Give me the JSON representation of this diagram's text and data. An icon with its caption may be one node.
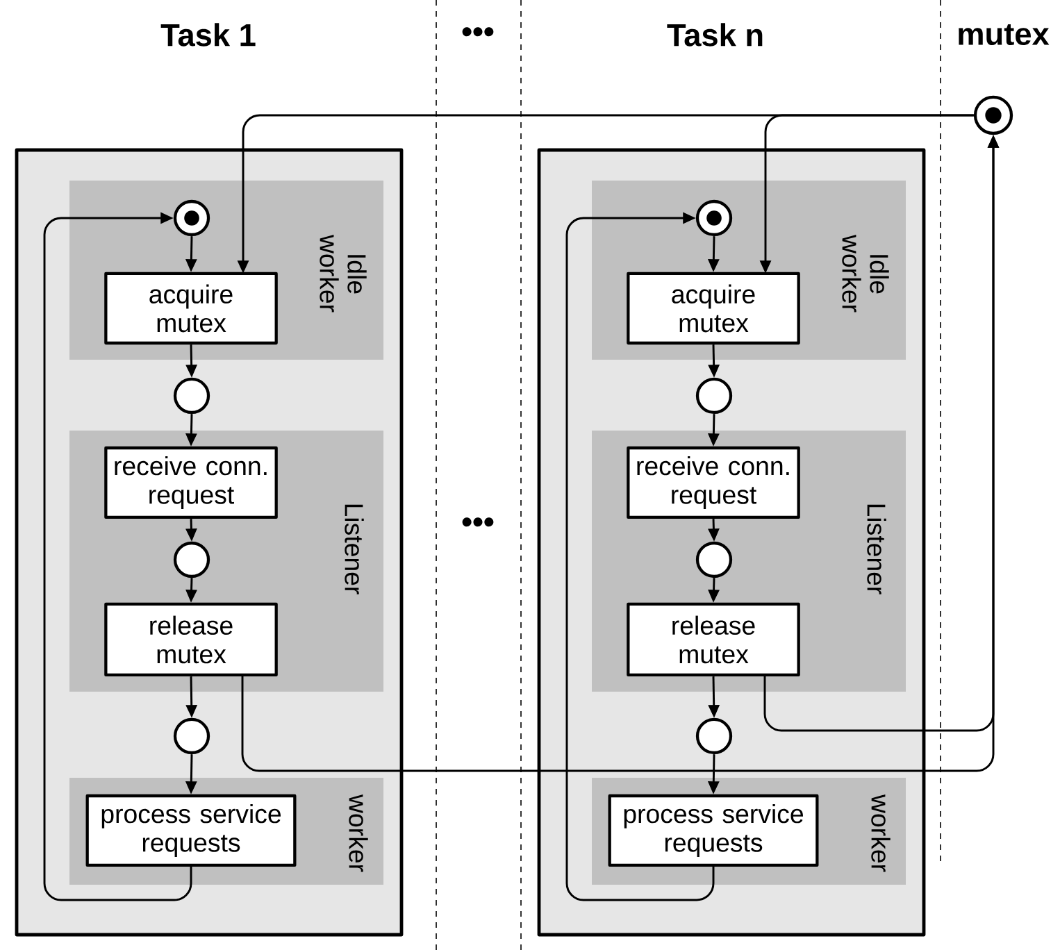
{
  "diagram": {
    "nodes": [
      {
        "text": [],
        "shape": "box"
      },
      {
        "text": [
          "Idle worker"
        ],
        "in": 0
      },
      {
        "text": [],
        "shape": "circle",
        "in": 1
      },
      {
        "text": [
          "acquire mutex"
        ],
        "in": 1
      },
      {
        "text": [],
        "shape": "circle",
        "in": 0
      },
      {
        "text": [
          "Listener"
        ],
        "in": 0
      },
      {
        "text": [
          "receive conn. request"
        ],
        "in": 5
      },
      {
        "text": [],
        "shape": "circle",
        "in": 5
      },
      {
        "text": [
          "release mutex"
        ],
        "in": 5
      },
      {
        "text": [],
        "shape": "circle",
        "in": 0
      },
      {
        "text": [
          "worker"
        ],
        "in": 0
      },
      {
        "text": [
          "process service requests"
        ],
        "in": 10
      },
      {
        "text": [],
        "shape": "box"
      },
      {
        "text": [
          "Idle worker"
        ],
        "in": 12
      },
      {
        "text": [],
        "shape": "circle",
        "in": 13
      },
      {
        "text": [
          "acquire mutex"
        ],
        "in": 13
      },
      {
        "text": [],
        "shape": "circle",
        "in": 12
      },
      {
        "text": [
          "Listener"
        ],
        "in": 12
      },
      {
        "text": [
          "receive conn. request"
        ],
        "in": 17
      },
      {
        "text": [],
        "shape": "circle",
        "in": 17
      },
      {
        "text": [
          "release mutex"
        ],
        "in": 17
      },
      {
        "text": [],
        "shape": "circle",
        "in": 12
      },
      {
        "text": [
          "worker"
        ],
        "in": 12
      },
      {
        "text": [
          "process service requests"
        ],
        "in": 22
      },
      {
        "text": [],
        "shape": "circle"
      }
    ],
    "edges": [
      {
        "from": 2,
        "to": 3,
        "arrow": "to"
      },
      {
        "from": 3,
        "to": 4,
        "arrow": "to"
      },
      {
        "from": 4,
        "to": 6,
        "arrow": "to"
      },
      {
        "from": 6,
        "to": 7,
        "arrow": "to"
      },
      {
        "from": 7,
        "to": 8,
        "arrow": "to"
      },
      {
        "from": 8,
        "to": 9,
        "arrow": "to"
      },
      {
        "from": 9,
        "to": 11,
        "arrow": "to"
      },
      {
        "from": 11,
        "to": 2,
        "arrow": "to"
      },
      {
        "from": 14,
        "to": 15,
        "arrow": "to"
      },
      {
        "from": 15,
        "to": 16,
        "arrow": "to"
      },
      {
        "from": 16,
        "to": 18,
        "arrow": "to"
      },
      {
        "from": 18,
        "to": 19,
        "arrow": "to"
      },
      {
        "from": 19,
        "to": 20,
        "arrow": "to"
      },
      {
        "from": 20,
        "to": 21,
        "arrow": "to"
      },
      {
        "from": 21,
        "to": 23,
        "arrow": "to"
      },
      {
        "from": 23,
        "to": 14,
        "arrow": "to"
      },
      {
        "from": 24,
        "to": 3,
        "arrow": "to"
      },
      {
        "from": 24,
        "to": 15,
        "arrow": "to"
      },
      {
        "from": 8,
        "to": 24,
        "arrow": "to"
      },
      {
        "from": 20,
        "to": 24,
        "arrow": "to"
      }
    ],
    "labels": [
      "Task 1",
      "•••",
      "Task n",
      "mutex",
      "•••"
    ]
  }
}
